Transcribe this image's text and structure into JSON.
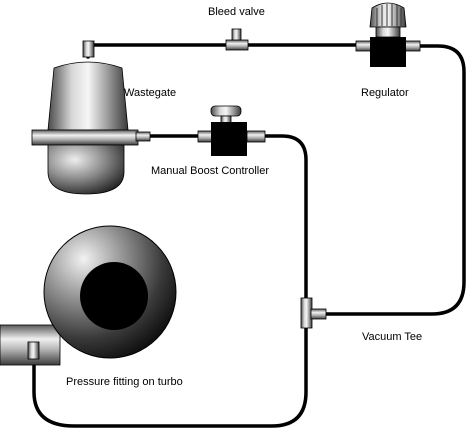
{
  "labels": {
    "bleed_valve": "Bleed valve",
    "wastegate": "Wastegate",
    "regulator": "Regulator",
    "manual_boost_controller": "Manual Boost Controller",
    "vacuum_tee": "Vacuum Tee",
    "pressure_fitting": "Pressure fitting on turbo"
  },
  "colors": {
    "hose": "#000000",
    "metal_light": "#f0f0f0",
    "metal_dark": "#5a5a5a",
    "body_black": "#000000"
  },
  "components": [
    "turbo",
    "pressure-fitting",
    "wastegate",
    "bleed-valve",
    "regulator",
    "manual-boost-controller",
    "vacuum-tee",
    "vacuum-hose"
  ]
}
